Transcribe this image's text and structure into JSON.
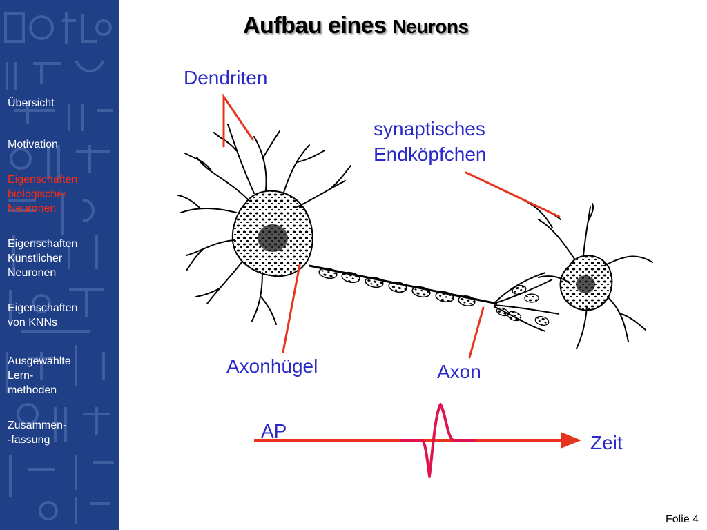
{
  "title": {
    "part1": "Aufbau eines",
    "part2": "Neurons"
  },
  "sidebar": {
    "items": [
      {
        "label": "Übersicht",
        "active": false
      },
      {
        "label": "Motivation",
        "active": false
      },
      {
        "label": "Eigenschaften\nbiologischer\nNeuronen",
        "active": true
      },
      {
        "label": "Eigenschaften\nKünstlicher\nNeuronen",
        "active": false
      },
      {
        "label": "Eigenschaften\nvon KNNs",
        "active": false
      },
      {
        "label": "Ausgewählte\nLern-\nmethoden",
        "active": false
      },
      {
        "label": "Zusammen-\n-fassung",
        "active": false
      }
    ]
  },
  "labels": {
    "dendriten": "Dendriten",
    "synaptisch": "synaptisches\nEndköpfchen",
    "axonhuegel": "Axonhügel",
    "axon": "Axon",
    "ap": "AP",
    "zeit": "Zeit"
  },
  "footer": {
    "slide": "Folie 4"
  },
  "colors": {
    "sidebar_bg": "#1f3f86",
    "active_item": "#ff2a10",
    "label_blue": "#2a2ac8",
    "pointer_red": "#e8341c",
    "spike": "#e0144c"
  }
}
